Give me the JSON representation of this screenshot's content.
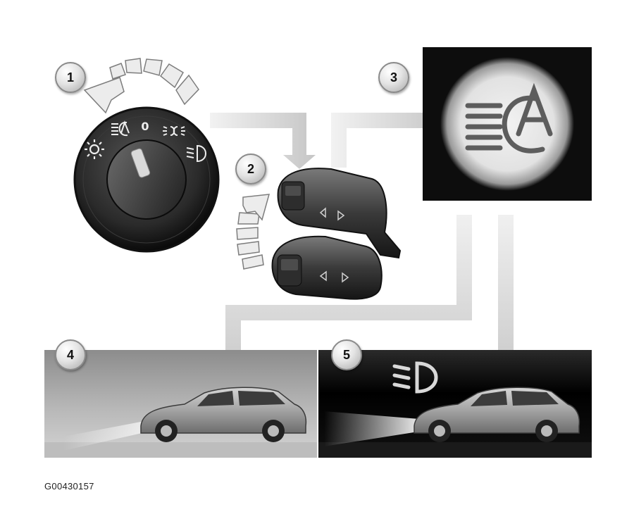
{
  "callouts": [
    {
      "id": "1",
      "label": "1"
    },
    {
      "id": "2",
      "label": "2"
    },
    {
      "id": "3",
      "label": "3"
    },
    {
      "id": "4",
      "label": "4"
    },
    {
      "id": "5",
      "label": "5"
    }
  ],
  "switch_position_zero": "0",
  "reference_code": "G00430157",
  "icons": {
    "auto_headlamp": "auto-headlamp-icon",
    "main_beam": "main-beam-icon",
    "dipped_beam": "dipped-beam-icon",
    "side_lights": "side-lights-icon",
    "front_fog": "front-fog-icon",
    "sun": "sun-icon"
  },
  "colors": {
    "panel_dark": "#0d0d0d",
    "arrow_gray": "#d2d2d2",
    "glow": "#e9e9e9"
  }
}
